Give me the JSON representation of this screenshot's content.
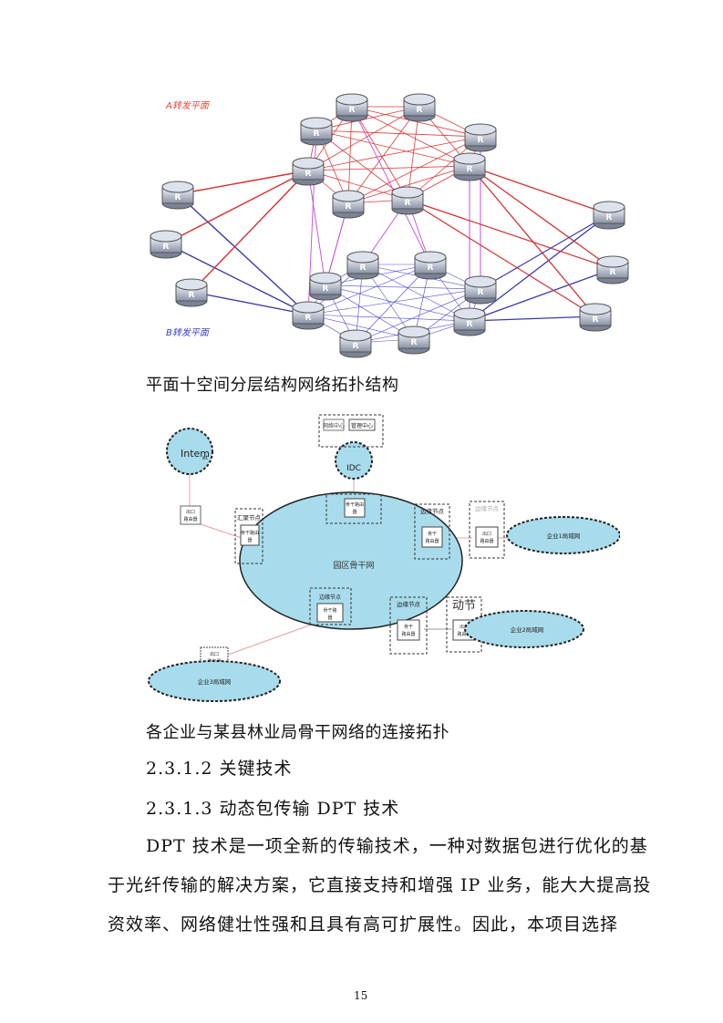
{
  "figure1": {
    "label_a": "A转发平面",
    "label_b": "B转发平面",
    "router_glyph": "R"
  },
  "caption1": "平面十空间分层结构网络拓扑结构",
  "figure2": {
    "internet": "Intem",
    "internet_sub": "et",
    "idc": "IDC",
    "network_mgmt": "网络中心",
    "mgmt_center": "管理中心",
    "exit_router": "出口\n路由器",
    "agg_node": "汇聚节点",
    "core_router": "骨干路由\n器",
    "core_router_top": "骨干路由\n器",
    "edge_node_1": "边缘节点",
    "edge_node_2": "边缘节点",
    "edge_node_3": "边缘节点",
    "dynamic": "动节",
    "campus_backbone": "园区骨干网",
    "enterprise_lan_1": "企业1局域网",
    "enterprise_lan_2": "企业2局域网",
    "enterprise_lan_3": "企业3局域网"
  },
  "caption2": "各企业与某县林业局骨干网络的连接拓扑",
  "heading1": "2.3.1.2 关键技术",
  "heading2": "2.3.1.3 动态包传输 DPT 技术",
  "paragraph": {
    "line1": "DPT 技术是一项全新的传输技术，一种对数据包进行优化的基",
    "line2": "于光纤传输的解决方案，它直接支持和增强 IP 业务，能大大提高投",
    "line3": "资效率、网络健壮性强和且具有高可扩展性。因此，本项目选择"
  },
  "page_number": "15"
}
